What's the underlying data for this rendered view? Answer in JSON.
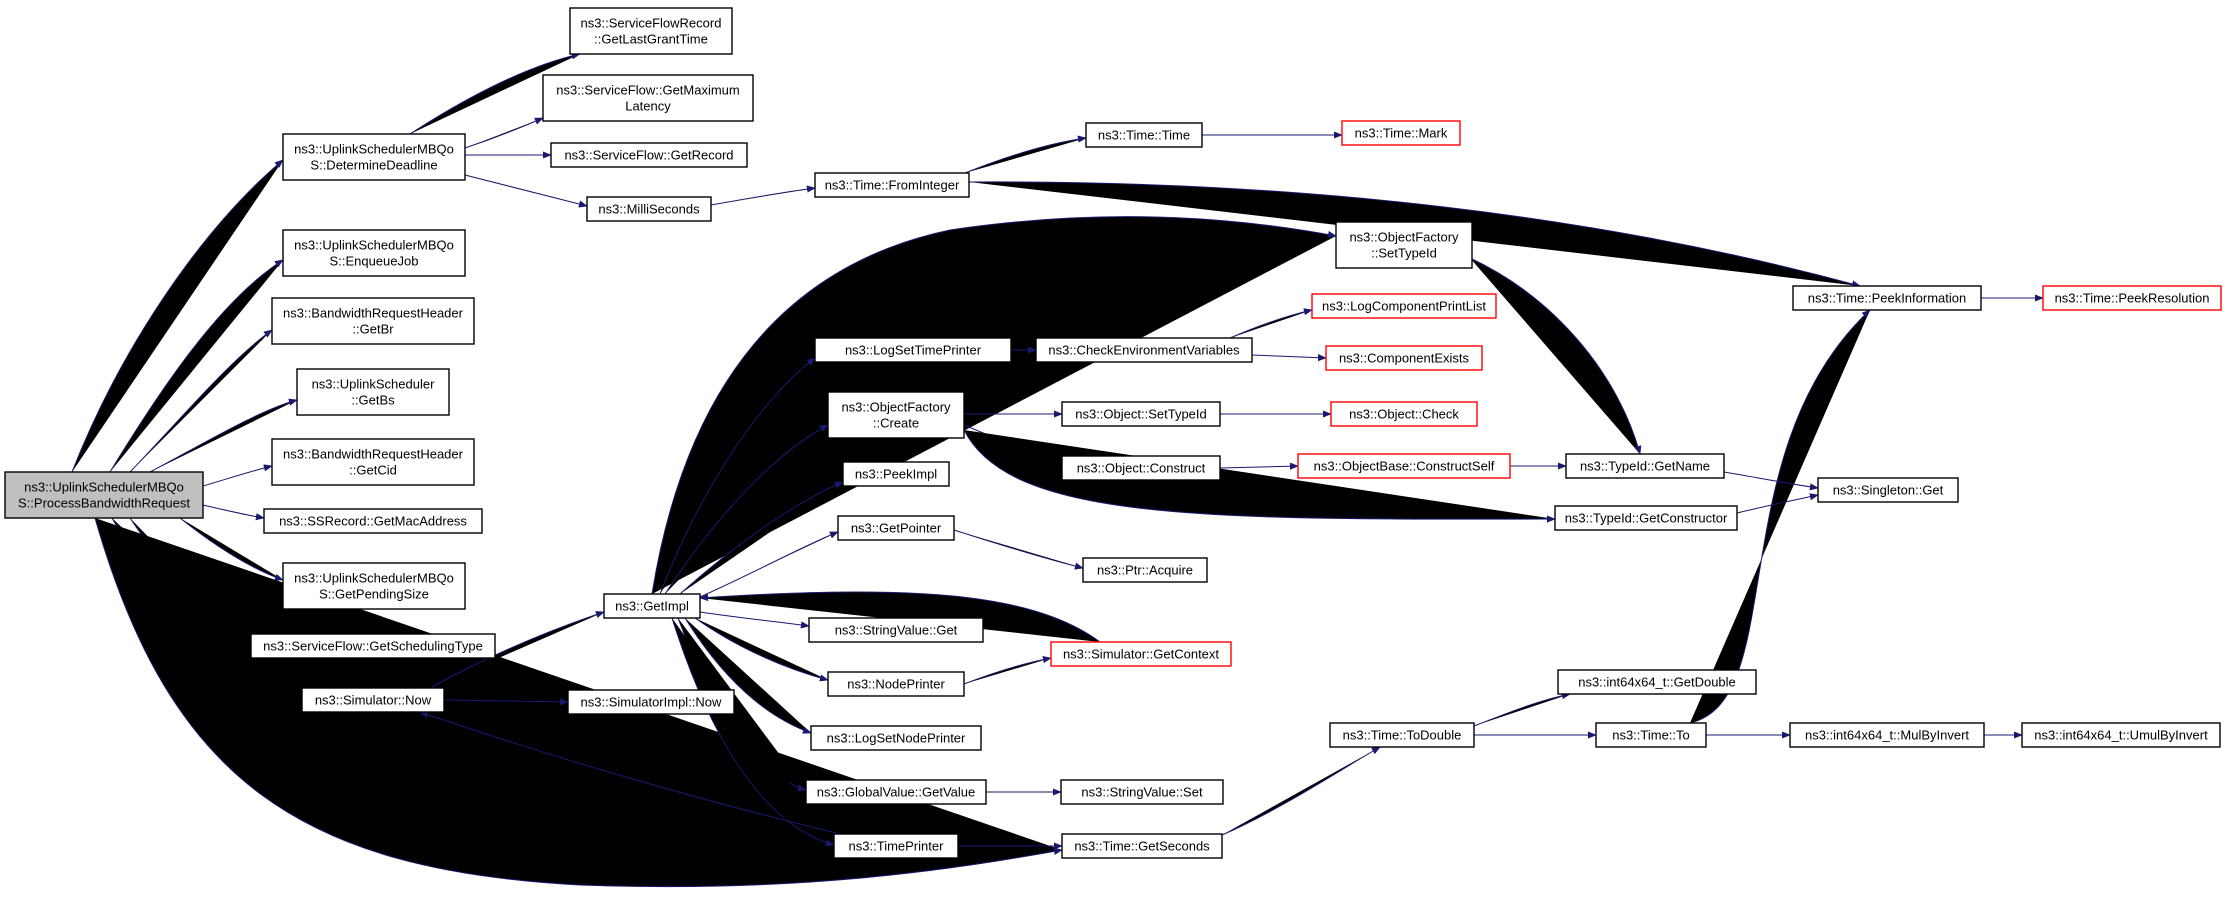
{
  "colors": {
    "edge": "#191970",
    "node_border": "#000000",
    "truncated_border": "#ff0000",
    "root_fill": "#bfbfbf",
    "node_fill": "#ffffff"
  },
  "nodes": [
    {
      "id": "process",
      "lines": [
        "ns3::UplinkSchedulerMBQo",
        "S::ProcessBandwidthRequest"
      ],
      "root": true
    },
    {
      "id": "determine",
      "lines": [
        "ns3::UplinkSchedulerMBQo",
        "S::DetermineDeadline"
      ]
    },
    {
      "id": "enqueue",
      "lines": [
        "ns3::UplinkSchedulerMBQo",
        "S::EnqueueJob"
      ]
    },
    {
      "id": "getbr",
      "lines": [
        "ns3::BandwidthRequestHeader",
        "::GetBr"
      ]
    },
    {
      "id": "getbs",
      "lines": [
        "ns3::UplinkScheduler",
        "::GetBs"
      ]
    },
    {
      "id": "getcid",
      "lines": [
        "ns3::BandwidthRequestHeader",
        "::GetCid"
      ]
    },
    {
      "id": "getmac",
      "lines": [
        "ns3::SSRecord::GetMacAddress"
      ]
    },
    {
      "id": "getpending",
      "lines": [
        "ns3::UplinkSchedulerMBQo",
        "S::GetPendingSize"
      ]
    },
    {
      "id": "getsched",
      "lines": [
        "ns3::ServiceFlow::GetSchedulingType"
      ]
    },
    {
      "id": "simnow",
      "lines": [
        "ns3::Simulator::Now"
      ]
    },
    {
      "id": "lastgrant",
      "lines": [
        "ns3::ServiceFlowRecord",
        "::GetLastGrantTime"
      ]
    },
    {
      "id": "maxlat",
      "lines": [
        "ns3::ServiceFlow::GetMaximum",
        "Latency"
      ]
    },
    {
      "id": "getrecord",
      "lines": [
        "ns3::ServiceFlow::GetRecord"
      ]
    },
    {
      "id": "milli",
      "lines": [
        "ns3::MilliSeconds"
      ]
    },
    {
      "id": "fromint",
      "lines": [
        "ns3::Time::FromInteger"
      ]
    },
    {
      "id": "timetime",
      "lines": [
        "ns3::Time::Time"
      ]
    },
    {
      "id": "mark",
      "lines": [
        "ns3::Time::Mark"
      ],
      "truncated": true
    },
    {
      "id": "peekinfo",
      "lines": [
        "ns3::Time::PeekInformation"
      ]
    },
    {
      "id": "peekres",
      "lines": [
        "ns3::Time::PeekResolution"
      ],
      "truncated": true
    },
    {
      "id": "getimpl",
      "lines": [
        "ns3::GetImpl"
      ]
    },
    {
      "id": "simimplnow",
      "lines": [
        "ns3::SimulatorImpl::Now"
      ]
    },
    {
      "id": "ofsettype",
      "lines": [
        "ns3::ObjectFactory",
        "::SetTypeId"
      ]
    },
    {
      "id": "logsettime",
      "lines": [
        "ns3::LogSetTimePrinter"
      ]
    },
    {
      "id": "checkenv",
      "lines": [
        "ns3::CheckEnvironmentVariables"
      ]
    },
    {
      "id": "logcomp",
      "lines": [
        "ns3::LogComponentPrintList"
      ],
      "truncated": true
    },
    {
      "id": "compexists",
      "lines": [
        "ns3::ComponentExists"
      ],
      "truncated": true
    },
    {
      "id": "ofcreate",
      "lines": [
        "ns3::ObjectFactory",
        "::Create"
      ]
    },
    {
      "id": "objsettype",
      "lines": [
        "ns3::Object::SetTypeId"
      ]
    },
    {
      "id": "objcheck",
      "lines": [
        "ns3::Object::Check"
      ],
      "truncated": true
    },
    {
      "id": "objconstruct",
      "lines": [
        "ns3::Object::Construct"
      ]
    },
    {
      "id": "constructself",
      "lines": [
        "ns3::ObjectBase::ConstructSelf"
      ],
      "truncated": true
    },
    {
      "id": "typeidname",
      "lines": [
        "ns3::TypeId::GetName"
      ]
    },
    {
      "id": "singleton",
      "lines": [
        "ns3::Singleton::Get"
      ]
    },
    {
      "id": "typeidctor",
      "lines": [
        "ns3::TypeId::GetConstructor"
      ]
    },
    {
      "id": "peekimpl",
      "lines": [
        "ns3::PeekImpl"
      ]
    },
    {
      "id": "getpointer",
      "lines": [
        "ns3::GetPointer"
      ]
    },
    {
      "id": "ptracquire",
      "lines": [
        "ns3::Ptr::Acquire"
      ]
    },
    {
      "id": "strvalget",
      "lines": [
        "ns3::StringValue::Get"
      ]
    },
    {
      "id": "nodeprinter",
      "lines": [
        "ns3::NodePrinter"
      ]
    },
    {
      "id": "getcontext",
      "lines": [
        "ns3::Simulator::GetContext"
      ],
      "truncated": true
    },
    {
      "id": "logsetnode",
      "lines": [
        "ns3::LogSetNodePrinter"
      ]
    },
    {
      "id": "gvgetvalue",
      "lines": [
        "ns3::GlobalValue::GetValue"
      ]
    },
    {
      "id": "strvalset",
      "lines": [
        "ns3::StringValue::Set"
      ]
    },
    {
      "id": "timeprinter",
      "lines": [
        "ns3::TimePrinter"
      ]
    },
    {
      "id": "getseconds",
      "lines": [
        "ns3::Time::GetSeconds"
      ]
    },
    {
      "id": "todouble",
      "lines": [
        "ns3::Time::ToDouble"
      ]
    },
    {
      "id": "i64getdouble",
      "lines": [
        "ns3::int64x64_t::GetDouble"
      ]
    },
    {
      "id": "timeto",
      "lines": [
        "ns3::Time::To"
      ]
    },
    {
      "id": "mulbyinvert",
      "lines": [
        "ns3::int64x64_t::MulByInvert"
      ]
    },
    {
      "id": "umulbyinvert",
      "lines": [
        "ns3::int64x64_t::UmulByInvert"
      ]
    }
  ]
}
